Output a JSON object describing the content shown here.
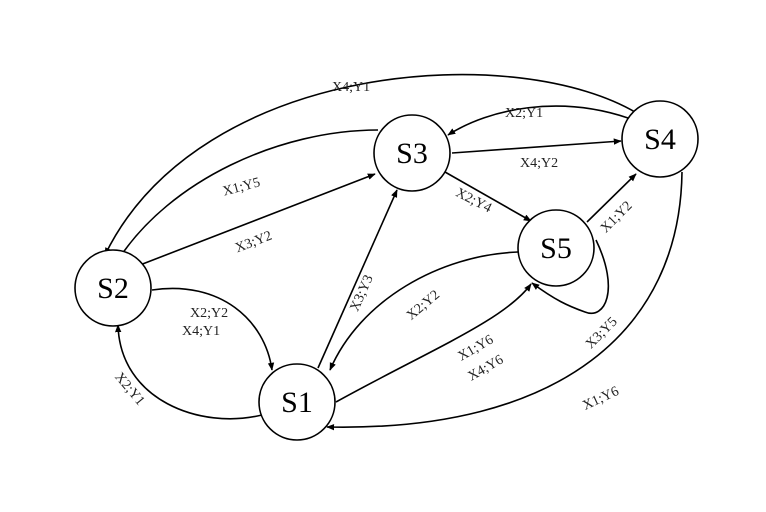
{
  "diagram": {
    "nodes": {
      "s1": "S1",
      "s2": "S2",
      "s3": "S3",
      "s4": "S4",
      "s5": "S5"
    },
    "edges": {
      "s4_s2": "X4;Y1",
      "s4_s3": "X2;Y1",
      "s3_s2": "X1;Y5",
      "s3_s4": "X4;Y2",
      "s3_s5": "X2;Y4",
      "s2_s3": "X3;Y2",
      "s5_s4": "X1;Y2",
      "s1_s3": "X3;Y3",
      "s5_s1": "X2;Y2",
      "s5_s5": "X3;Y5",
      "s2_s1_a": "X2;Y2",
      "s2_s1_b": "X4;Y1",
      "s1_s5_a": "X1;Y6",
      "s1_s5_b": "X4;Y6",
      "s1_s2": "X2;Y1",
      "s4_s1": "X1;Y6"
    }
  }
}
